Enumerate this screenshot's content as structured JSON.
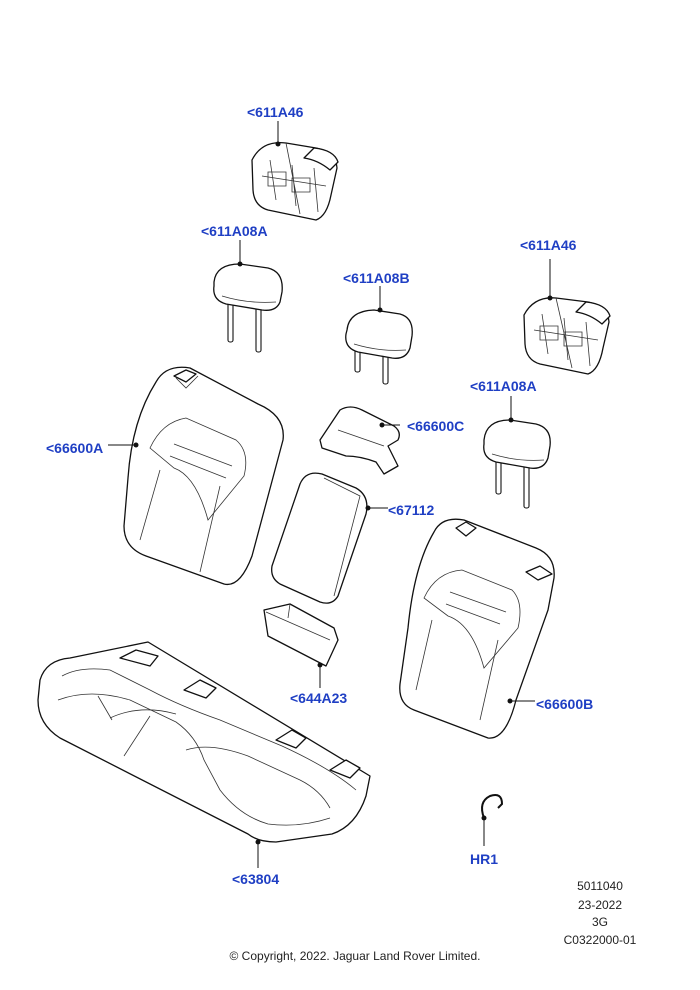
{
  "callouts": {
    "hr_top": "<611A46",
    "hr_right": "<611A46",
    "headrest_left": "<611A08A",
    "headrest_center": "<611A08B",
    "headrest_right": "<611A08A",
    "backrest_left": "<66600A",
    "center_cover": "<66600C",
    "armrest": "<67112",
    "backrest_right": "<66600B",
    "bracket": "<644A23",
    "cushion": "<63804",
    "hog_ring": "HR1"
  },
  "info": {
    "part_number": "5011040",
    "date_code": "23-2022",
    "variant": "3G",
    "illustration_id": "C0322000-01"
  },
  "copyright": "© Copyright, 2022. Jaguar Land Rover Limited."
}
